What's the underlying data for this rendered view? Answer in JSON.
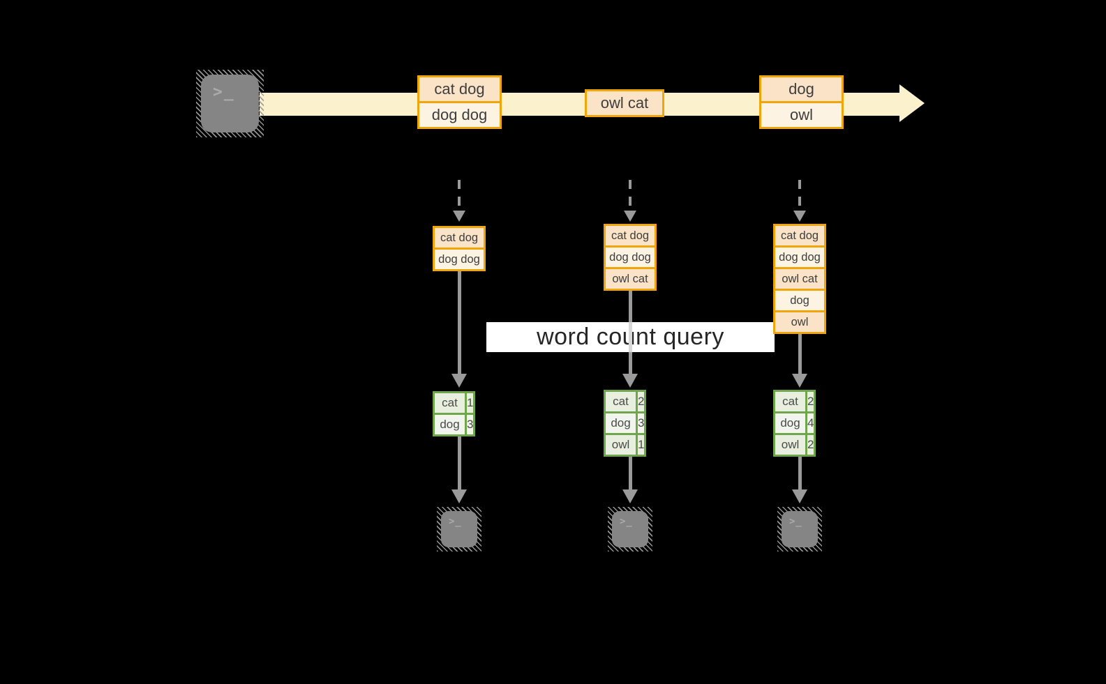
{
  "colors": {
    "orange": "#F0A50A",
    "peach_dark": "#FAE3C6",
    "peach_light": "#FDF3E3",
    "cream": "#FCF1CD",
    "green": "#6FA64C",
    "green_row_dark": "#E9EFDE",
    "green_row_light": "#F2F5ED",
    "gray_arrow": "#9A9A9A",
    "gray_terminal": "#858585",
    "band_bg": "#FFFFFF",
    "text_dark": "#3E3E3E"
  },
  "diagram": {
    "query_label": "word count query",
    "terminal_prompt": ">_"
  },
  "stream": {
    "events": [
      {
        "lines": [
          "cat dog",
          "dog dog"
        ]
      },
      {
        "lines": [
          "owl cat"
        ]
      },
      {
        "lines": [
          "dog",
          "owl"
        ]
      }
    ]
  },
  "pipelines": [
    {
      "buffer": [
        "cat dog",
        "dog dog"
      ],
      "counts": [
        {
          "word": "cat",
          "count": "1"
        },
        {
          "word": "dog",
          "count": "3"
        }
      ]
    },
    {
      "buffer": [
        "cat dog",
        "dog dog",
        "owl cat"
      ],
      "counts": [
        {
          "word": "cat",
          "count": "2"
        },
        {
          "word": "dog",
          "count": "3"
        },
        {
          "word": "owl",
          "count": "1"
        }
      ]
    },
    {
      "buffer": [
        "cat dog",
        "dog dog",
        "owl cat",
        "dog",
        "owl"
      ],
      "counts": [
        {
          "word": "cat",
          "count": "2"
        },
        {
          "word": "dog",
          "count": "4"
        },
        {
          "word": "owl",
          "count": "2"
        }
      ]
    }
  ]
}
